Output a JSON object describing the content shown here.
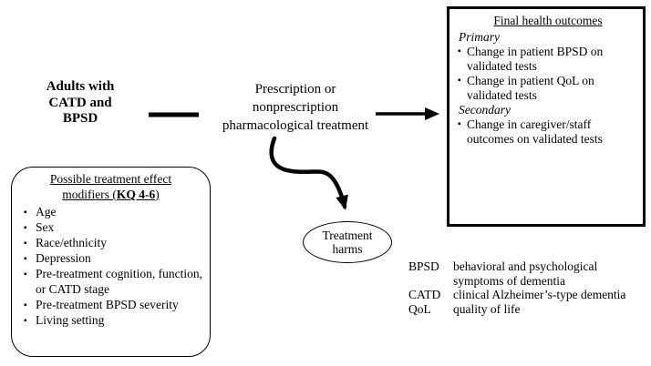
{
  "colors": {
    "ink": "#000000",
    "background": "#ffffff"
  },
  "population": {
    "text": "Adults with\nCATD and\nBPSD"
  },
  "intervention": {
    "text": "Prescription or\nnonprescription\npharmacological treatment"
  },
  "outcomes_box": {
    "title": "Final health outcomes",
    "sections": [
      {
        "heading": "Primary",
        "items": [
          "Change in patient BPSD on validated tests",
          "Change in patient QoL on validated tests"
        ]
      },
      {
        "heading": "Secondary",
        "items": [
          "Change in caregiver/staff outcomes on validated tests"
        ]
      }
    ]
  },
  "harms": {
    "text": "Treatment\nharms"
  },
  "modifiers_box": {
    "title_line1": "Possible treatment effect",
    "title_line2_prefix": "modifiers (",
    "title_line2_bold": "KQ 4-6",
    "title_line2_suffix": ")",
    "items": [
      "Age",
      "Sex",
      "Race/ethnicity",
      "Depression",
      "Pre-treatment cognition, function, or CATD stage",
      "Pre-treatment BPSD severity",
      "Living setting"
    ]
  },
  "abbreviations": [
    {
      "term": "BPSD",
      "definition": "behavioral and psychological symptoms of dementia"
    },
    {
      "term": "CATD",
      "definition": "clinical Alzheimer’s-type dementia"
    },
    {
      "term": "QoL",
      "definition": "quality of life"
    }
  ]
}
